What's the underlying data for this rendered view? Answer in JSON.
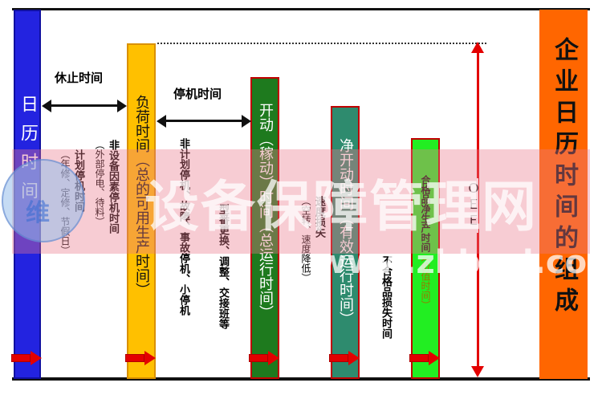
{
  "bars": {
    "calendar": {
      "label": "日历时间",
      "color": "#2323e0"
    },
    "load": {
      "label_main": "负荷时间",
      "label_paren": "（总的可用生产时间）",
      "color": "#ffc000"
    },
    "operating": {
      "label_main": "开动（稼动）时间",
      "label_paren": "（总运行时间）",
      "color": "#1e7a1e"
    },
    "net_operating": {
      "label_main": "净开动时间",
      "label_paren": "（有效运行时间）",
      "color": "#2e8b6e"
    },
    "valuable": {
      "label_main": "合格品净生产时间",
      "label_paren": "（价值时间）",
      "color": "#22ee22"
    },
    "enterprise": {
      "label": "企业日历时间的组成",
      "color": "#ff6600"
    }
  },
  "arrows": {
    "rest_time": "休止时间",
    "downtime": "停机时间"
  },
  "notes": {
    "planned_stop": {
      "main": "计划停机时间",
      "paren": "（年修、定修、节假日）"
    },
    "non_equipment": {
      "main": "非设备因素停机时间",
      "paren": "（外部停电、待料）"
    },
    "unplanned": {
      "main": "非计划停机、故障、事故停机、小停机"
    },
    "changeover": {
      "main": "型番更换、调整、交接班等"
    },
    "speed_loss": {
      "main": "速度损失",
      "paren": "（空转、速度降低）"
    },
    "defect_loss": {
      "main": "不合格品损失时间"
    }
  },
  "oee": {
    "label": "ＯＥＥ",
    "color": "#e30000"
  },
  "watermark": {
    "text": "设备保障管理网",
    "url": "www.zbbzgl.com",
    "seal_char": "维"
  }
}
